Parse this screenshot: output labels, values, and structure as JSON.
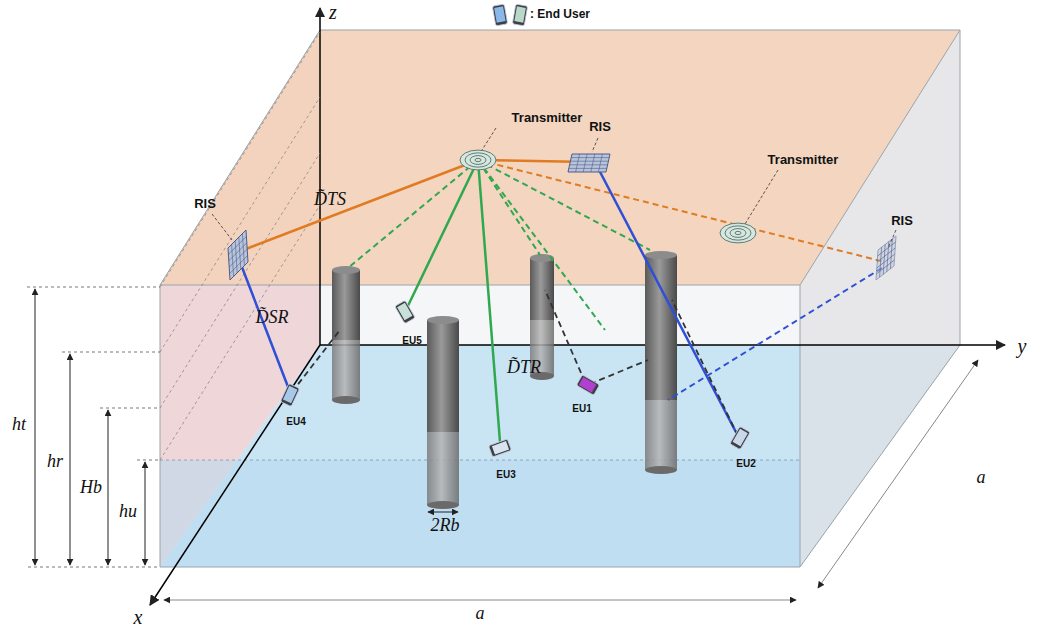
{
  "diagram": {
    "labels": [
      "z",
      "y",
      "x",
      "Transmitter",
      "Transmitter",
      "RIS",
      "RIS",
      "RIS",
      "D̃TS",
      "D̃SR",
      "D̃TR",
      "EU5",
      "EU4",
      "EU3",
      "EU1",
      "EU2",
      "2Rb",
      "ht",
      "hr",
      "Hb",
      "hu",
      "a",
      "a"
    ],
    "legend": [
      {
        "text": ": End User"
      }
    ]
  }
}
